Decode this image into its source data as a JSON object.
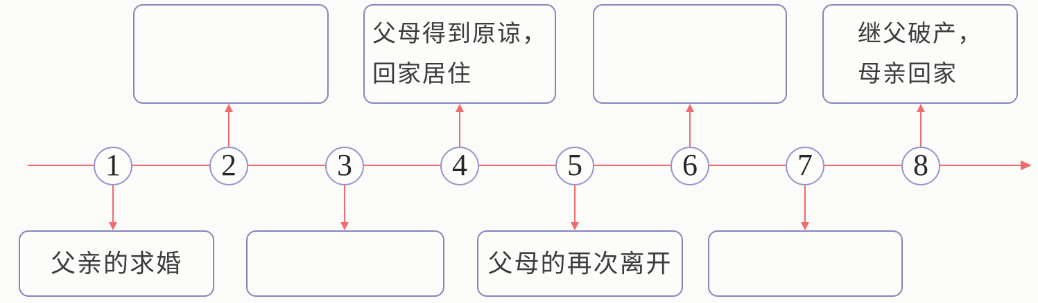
{
  "timeline": {
    "nodes": [
      {
        "label": "1"
      },
      {
        "label": "2"
      },
      {
        "label": "3"
      },
      {
        "label": "4"
      },
      {
        "label": "5"
      },
      {
        "label": "6"
      },
      {
        "label": "7"
      },
      {
        "label": "8"
      }
    ],
    "events": {
      "above_2": {
        "lines": []
      },
      "above_4": {
        "lines": [
          "父母得到原谅，",
          "回家居住"
        ]
      },
      "above_6": {
        "lines": []
      },
      "above_8": {
        "lines": [
          "继父破产，",
          "母亲回家"
        ]
      },
      "below_1": {
        "lines": [
          "父亲的求婚"
        ]
      },
      "below_3": {
        "lines": []
      },
      "below_5": {
        "lines": [
          "父母的再次离开"
        ]
      },
      "below_7": {
        "lines": []
      }
    },
    "colors": {
      "arrow": "#ef6b6d",
      "circle_border": "#9494cc",
      "box_border": "#8585bc",
      "text": "#3c3c3c",
      "background": "#fbfbf9"
    }
  }
}
